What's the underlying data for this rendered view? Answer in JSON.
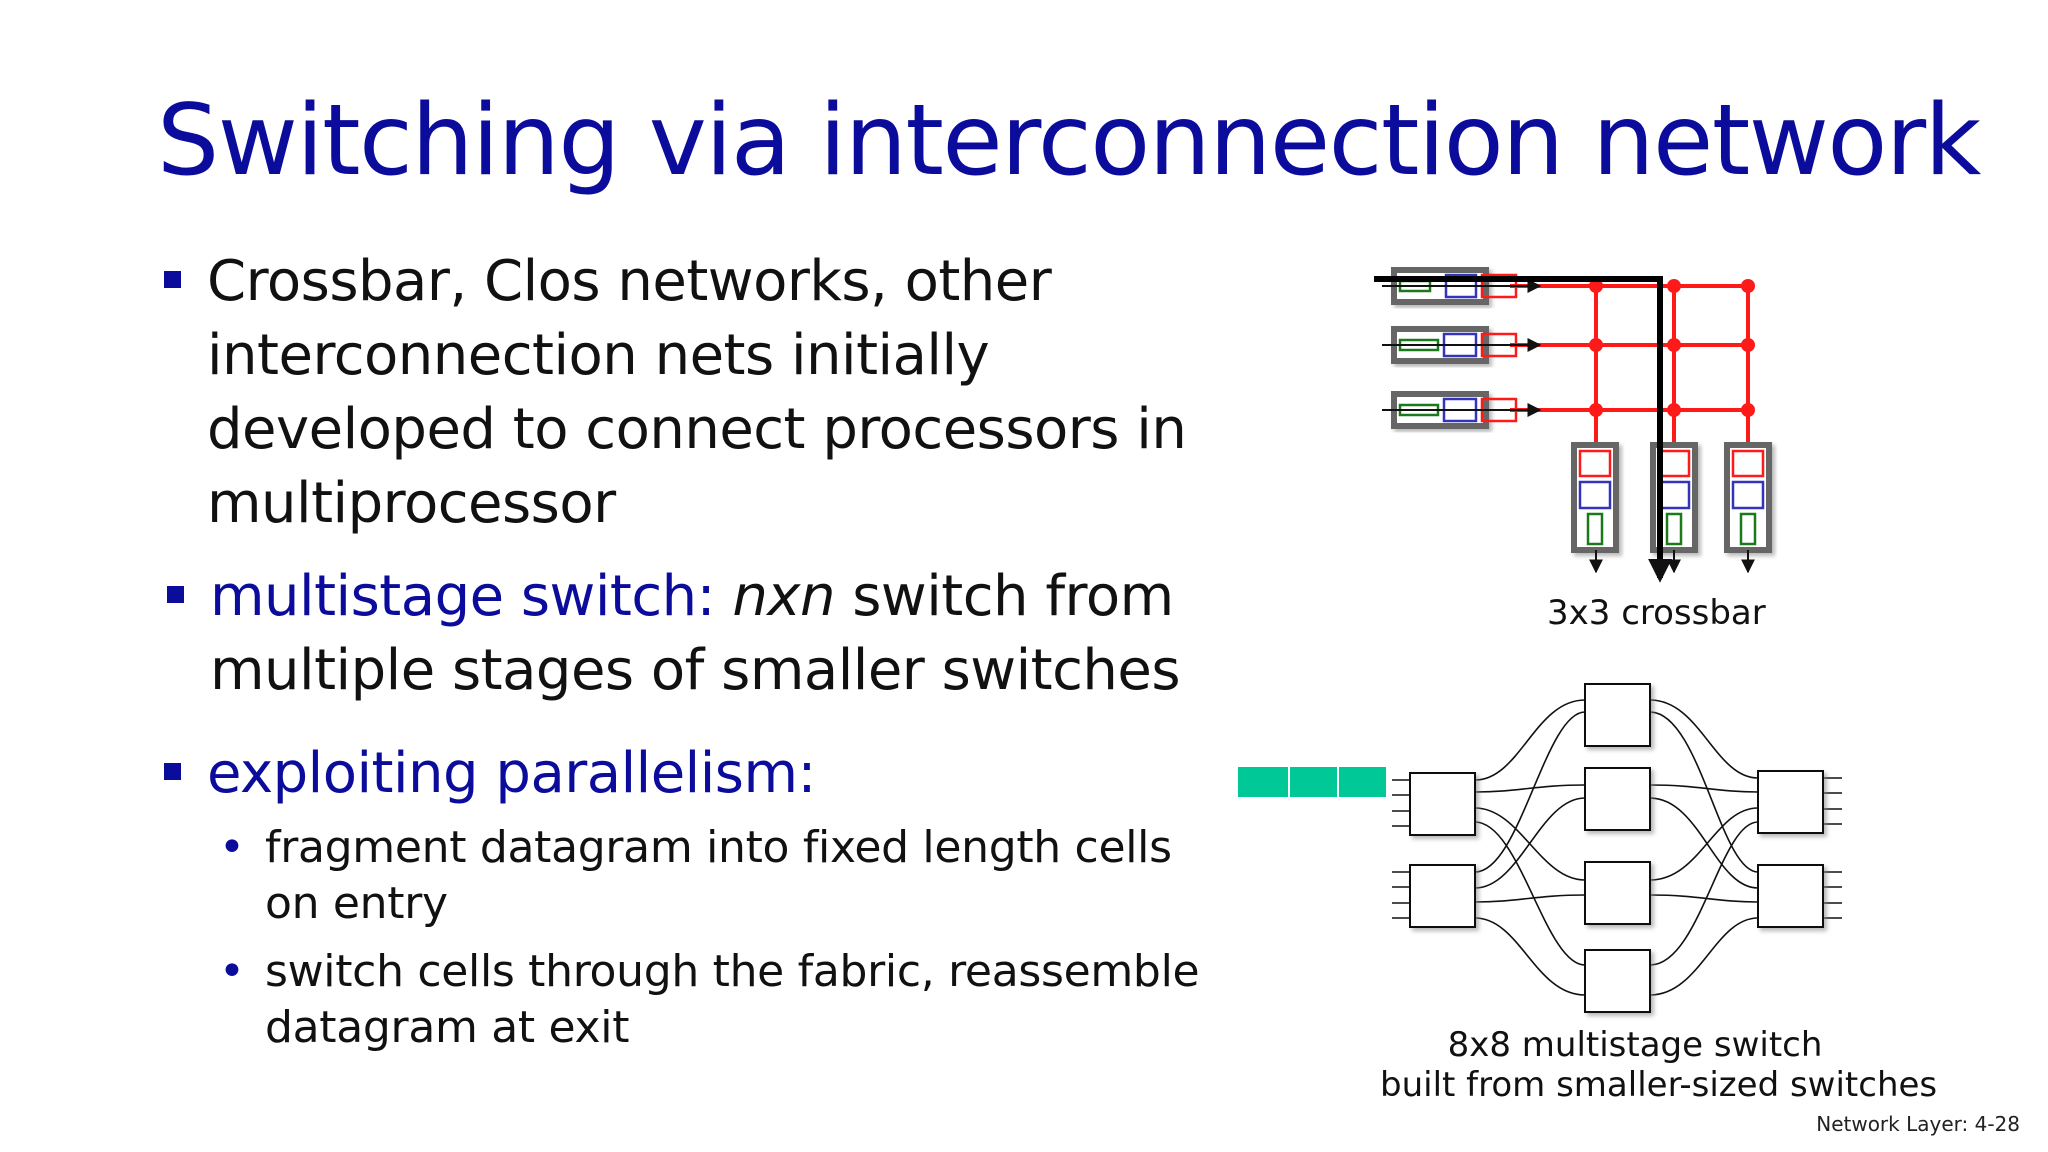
{
  "slide": {
    "title": "Switching via interconnection network",
    "bullets": [
      {
        "text": "Crossbar, Clos networks, other interconnection nets initially developed to connect processors in multiprocessor"
      },
      {
        "highlight": "multistage switch:",
        "italic": " nxn",
        "rest": " switch from multiple stages of smaller switches"
      },
      {
        "highlight": "exploiting parallelism:"
      }
    ],
    "sub_bullets": [
      "fragment datagram into fixed length cells on entry",
      "switch cells through the fabric, reassemble datagram at exit"
    ]
  },
  "diagrams": {
    "crossbar_caption": "3x3 crossbar",
    "multistage_caption_line1": "8x8 multistage switch",
    "multistage_caption_line2": "built from smaller-sized switches",
    "colors": {
      "title_blue": "#0c0c9c",
      "crossbar_red": "#ff1a1a",
      "queue_green": "#1a7a1a",
      "queue_blue": "#3333bb",
      "cell_teal": "#00c896"
    }
  },
  "footer": {
    "page_label": "Network Layer: 4-28"
  }
}
